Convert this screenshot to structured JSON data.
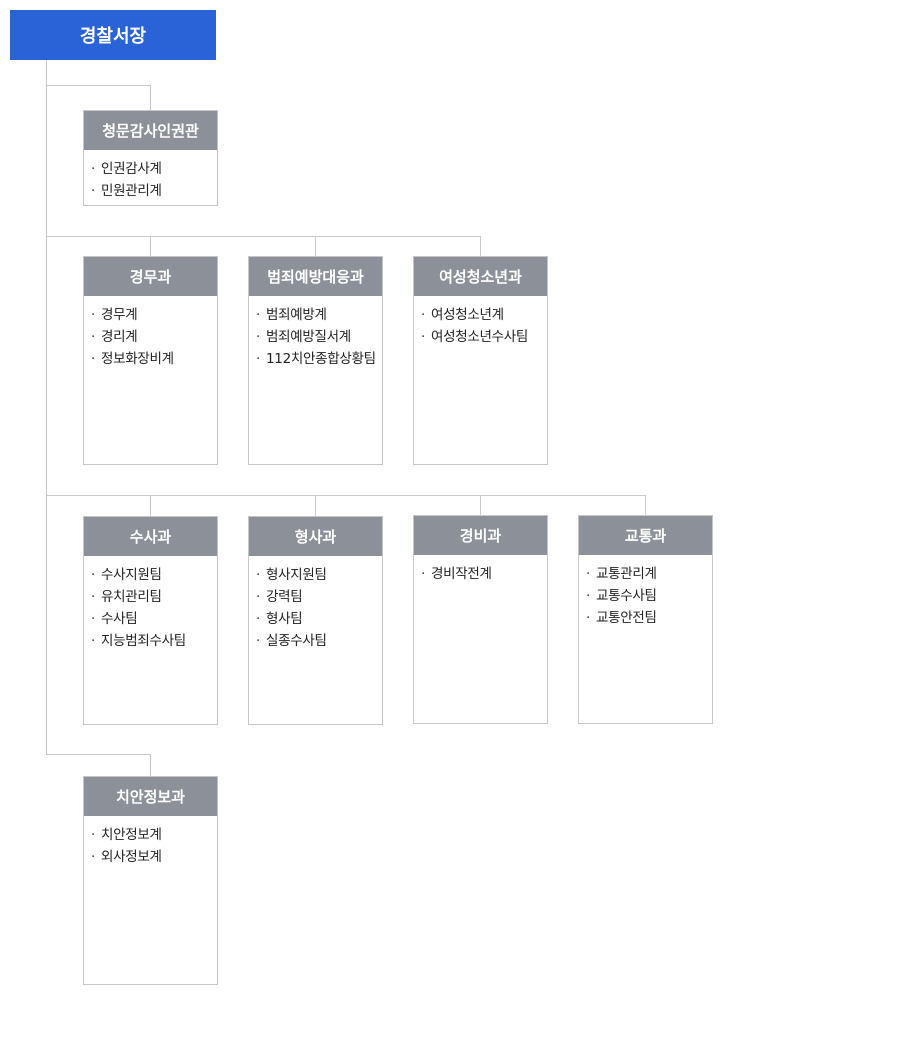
{
  "chief": {
    "label": "경찰서장"
  },
  "departments": [
    {
      "title": "청문감사인권관",
      "items": [
        "인권감사계",
        "민원관리계"
      ]
    },
    {
      "title": "경무과",
      "items": [
        "경무계",
        "경리계",
        "정보화장비계"
      ]
    },
    {
      "title": "범죄예방대응과",
      "items": [
        "범죄예방계",
        "범죄예방질서계",
        "112치안종합상황팀"
      ]
    },
    {
      "title": "여성청소년과",
      "items": [
        "여성청소년계",
        "여성청소년수사팀"
      ]
    },
    {
      "title": "수사과",
      "items": [
        "수사지원팀",
        "유치관리팀",
        "수사팀",
        "지능범죄수사팀"
      ]
    },
    {
      "title": "형사과",
      "items": [
        "형사지원팀",
        "강력팀",
        "형사팀",
        "실종수사팀"
      ]
    },
    {
      "title": "경비과",
      "items": [
        "경비작전계"
      ]
    },
    {
      "title": "교통과",
      "items": [
        "교통관리계",
        "교통수사팀",
        "교통안전팀"
      ]
    },
    {
      "title": "치안정보과",
      "items": [
        "치안정보계",
        "외사정보계"
      ]
    }
  ],
  "colors": {
    "chief_bg": "#2a63d6",
    "dept_header_bg": "#8b9099",
    "connector": "#c9c9c9",
    "box_border": "#c6c6c6"
  }
}
